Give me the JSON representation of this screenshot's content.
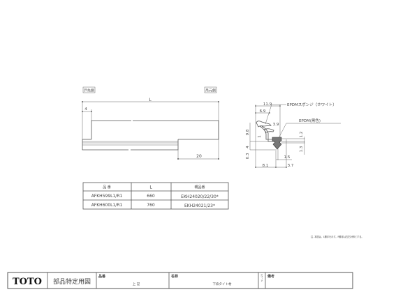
{
  "elevation": {
    "left_label": "戸先側",
    "right_label": "吊元側",
    "dim_length": "L",
    "dim_left": "4",
    "dim_right": "20"
  },
  "section": {
    "callout_sponge": "EPDMスポンジ（ホワイト）",
    "callout_black": "EPDM(黒色)",
    "dims": {
      "d11_9": "11.9",
      "d6_9": "6.9",
      "d3_9": "3.9",
      "d9_8": "9.8",
      "d1": "1",
      "d4": "4",
      "d0_3": "0.3",
      "d1_2": "1.2",
      "d1_3": "1.3",
      "d1_5": "1.5",
      "d8_1": "8.1",
      "d3_7": "3.7"
    }
  },
  "parts_table": {
    "headers": [
      "品 番",
      "L",
      "親品番"
    ],
    "rows": [
      [
        "AFKH599L1/R1",
        "660",
        "EKH24020/22/30*"
      ],
      [
        "AFKH600L1/R1",
        "760",
        "EKH24021/23*"
      ]
    ]
  },
  "note": "注. 本図は、L勝手を示す。R勝手は左右対称とする。",
  "title_block": {
    "logo": "TOTO",
    "drawing_type": "部品特定用図",
    "part_no_label": "品番",
    "part_no_value": "上 記",
    "name_label": "名称",
    "name_value": "下枠タイト材",
    "scale_label": "スケール",
    "remarks_label": "備考"
  }
}
